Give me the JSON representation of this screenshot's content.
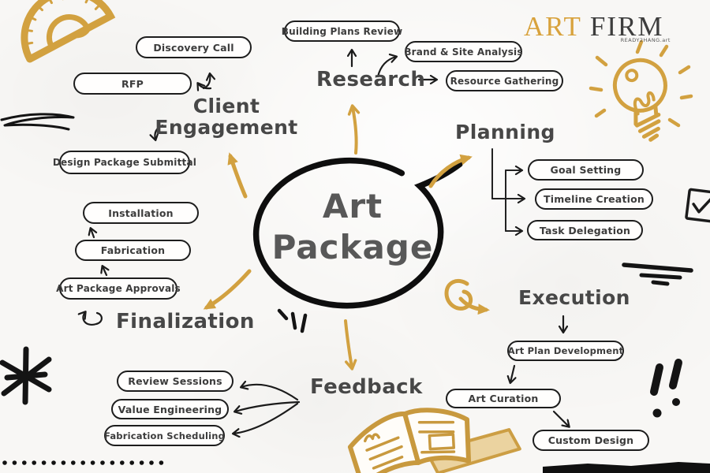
{
  "logo": {
    "word1": "ART",
    "word2": "FIRM",
    "tagline": "READY2HANG.art"
  },
  "map": {
    "center": {
      "line1": "Art",
      "line2": "Package"
    },
    "branches": {
      "client_engagement": {
        "label": "Client Engagement",
        "nodes": {
          "discovery_call": "Discovery Call",
          "rfp": "RFP",
          "design_package_submittal": "Design Package Submittal"
        }
      },
      "research": {
        "label": "Research",
        "nodes": {
          "building_plans_review": "Building Plans Review",
          "brand_site_analysis": "Brand & Site Analysis",
          "resource_gathering": "Resource Gathering"
        }
      },
      "planning": {
        "label": "Planning",
        "nodes": {
          "goal_setting": "Goal Setting",
          "timeline_creation": "Timeline Creation",
          "task_delegation": "Task Delegation"
        }
      },
      "execution": {
        "label": "Execution",
        "nodes": {
          "art_plan_development": "Art Plan Development",
          "art_curation": "Art Curation",
          "custom_design": "Custom Design"
        }
      },
      "feedback": {
        "label": "Feedback",
        "nodes": {
          "review_sessions": "Review Sessions",
          "value_engineering": "Value Engineering",
          "fabrication_scheduling": "Fabrication Scheduling"
        }
      },
      "finalization": {
        "label": "Finalization",
        "nodes": {
          "art_package_approvals": "Art Package Approvals",
          "fabrication": "Fabrication",
          "installation": "Installation"
        }
      }
    }
  },
  "colors": {
    "gold": "#D2A140",
    "ink": "#1b1b1b",
    "label_text": "#474747"
  }
}
